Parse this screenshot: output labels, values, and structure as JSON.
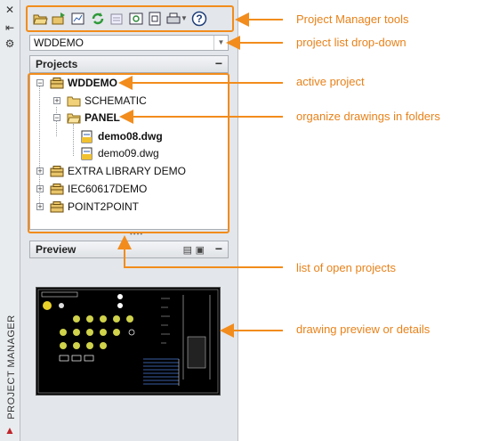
{
  "palette": {
    "vertical_title": "PROJECT MANAGER",
    "project_dropdown": {
      "value": "WDDEMO"
    },
    "projects_section": {
      "title": "Projects",
      "collapse_glyph": "−"
    },
    "preview_section": {
      "title": "Preview",
      "collapse_glyph": "−"
    },
    "tree": {
      "active_project": "WDDEMO",
      "folders": [
        "SCHEMATIC",
        "PANEL"
      ],
      "drawings": [
        "demo08.dwg",
        "demo09.dwg"
      ],
      "other_projects": [
        "EXTRA LIBRARY DEMO",
        "IEC60617DEMO",
        "POINT2POINT"
      ]
    },
    "toolbar_icons": [
      "open-project-icon",
      "new-project-icon",
      "new-drawing-icon",
      "refresh-icon",
      "update-tags-icon",
      "project-tasks-icon",
      "descriptions-icon",
      "plot-icon",
      "help-icon"
    ],
    "help_glyph": "?"
  },
  "callouts": [
    "Project Manager tools",
    "project list drop-down",
    "active project",
    "organize drawings in folders",
    "list of open projects",
    "drawing preview or details"
  ],
  "colors": {
    "accent": "#f28c1c",
    "callout_text": "#e8821a",
    "panel_bg": "#e3e6ea"
  }
}
